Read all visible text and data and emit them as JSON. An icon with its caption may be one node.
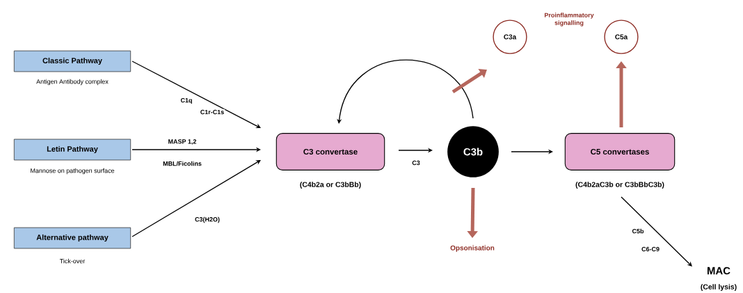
{
  "diagram": {
    "nodes": [
      {
        "text": [
          "Classic Pathway"
        ],
        "beside": [
          "Antigen Antibody complex"
        ]
      },
      {
        "text": [
          "Letin Pathway"
        ],
        "beside": [
          "Mannose on pathogen surface"
        ]
      },
      {
        "text": [
          "Alternative pathway"
        ],
        "beside": [
          "Tick-over"
        ]
      },
      {
        "text": [
          "C3 convertase"
        ],
        "beside": [
          "(C4b2a or C3bBb)"
        ]
      },
      {
        "text": [
          "C3b"
        ]
      },
      {
        "text": [
          "C3a"
        ]
      },
      {
        "text": [
          "C5a"
        ]
      },
      {
        "text": [
          "C5 convertases"
        ],
        "beside": [
          "(C4b2aC3b or C3bBbC3b)"
        ]
      },
      {
        "text": [
          "MAC"
        ],
        "beside": [
          "(Cell lysis)"
        ]
      },
      {
        "text": [
          "Opsonisation"
        ]
      }
    ],
    "edges": [
      {
        "from": 0,
        "to": 3,
        "arrow": "to",
        "label": "C1q"
      },
      {
        "from": 1,
        "to": 3,
        "arrow": "to",
        "label": "MASP 1,2"
      },
      {
        "from": 2,
        "to": 3,
        "arrow": "to",
        "label": "C3(H2O)"
      },
      {
        "from": 3,
        "to": 4,
        "arrow": "to",
        "label": "C3"
      },
      {
        "from": 4,
        "to": 3,
        "arrow": "to"
      },
      {
        "from": 4,
        "to": 5,
        "arrow": "to",
        "style": "thick",
        "color": "#b5665c"
      },
      {
        "from": 4,
        "to": 9,
        "arrow": "to",
        "style": "thick",
        "color": "#b5665c"
      },
      {
        "from": 4,
        "to": 7,
        "arrow": "to"
      },
      {
        "from": 7,
        "to": 6,
        "arrow": "to",
        "style": "thick",
        "color": "#b5665c"
      },
      {
        "from": 7,
        "to": 8,
        "arrow": "to",
        "label": "C5b"
      }
    ],
    "labels": [
      "C1r-C1s",
      "MBL/Ficolins",
      "C6-C9",
      "Proinflammatory signalling"
    ]
  }
}
